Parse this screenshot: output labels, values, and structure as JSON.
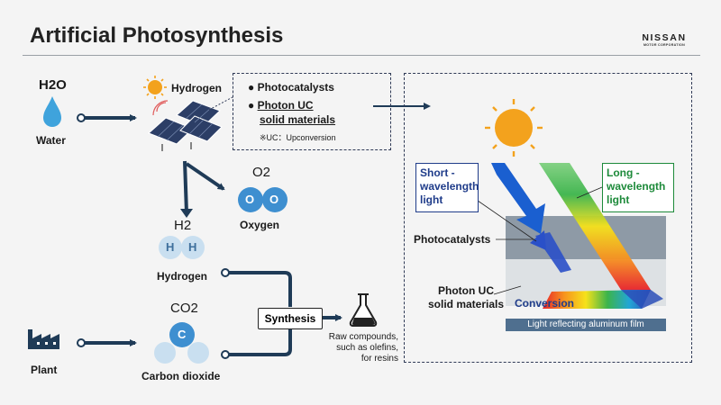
{
  "header": {
    "title": "Artificial Photosynthesis",
    "brand_name": "NISSAN",
    "brand_sub": "MOTOR CORPORATION"
  },
  "left": {
    "water_formula": "H2O",
    "water_label": "Water",
    "hydrogen_top_label": "Hydrogen",
    "oxygen_formula": "O2",
    "oxygen_atom": "O",
    "oxygen_label": "Oxygen",
    "hydrogen_formula": "H2",
    "hydrogen_atom": "H",
    "hydrogen_label": "Hydrogen",
    "co2_formula": "CO2",
    "carbon_atom": "C",
    "co2_label": "Carbon dioxide",
    "plant_label": "Plant",
    "synthesis_label": "Synthesis",
    "raw_line1": "Raw compounds,",
    "raw_line2": "such as olefins,",
    "raw_line3": "for resins"
  },
  "materials_box": {
    "item1": "Photocatalysts",
    "item2_line1": "Photon UC",
    "item2_line2": "solid materials",
    "note": "※UC：Upconversion"
  },
  "detail": {
    "short_line1": "Short -",
    "short_line2": "wavelength",
    "short_line3": "light",
    "long_line1": "Long -",
    "long_line2": "wavelength",
    "long_line3": "light",
    "photocatalysts_label": "Photocatalysts",
    "photon_uc_line1": "Photon UC",
    "photon_uc_line2": "solid materials",
    "conversion_label": "Conversion",
    "film_label": "Light reflecting aluminum film"
  },
  "colors": {
    "blue_light": "#1a5fd0",
    "water_drop": "#3fa3dc",
    "molecule_blue": "#3e8fd0",
    "molecule_light": "#c9dff0",
    "sun": "#f3a21d",
    "arrow_dark": "#1f3b57",
    "layer_photocatalyst": "#8e9aa6",
    "layer_uc": "#dde1e4",
    "film": "#4f6f8f",
    "panel": "#2c3e66"
  }
}
